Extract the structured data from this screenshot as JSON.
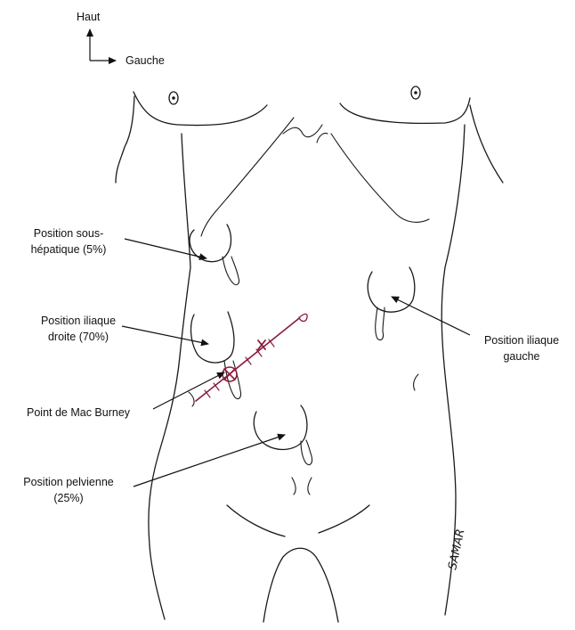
{
  "orientation": {
    "up_label": "Haut",
    "left_label": "Gauche"
  },
  "labels": {
    "subhepatic_line1": "Position sous-",
    "subhepatic_line2": "hépatique (5%)",
    "right_iliac_line1": "Position iliaque",
    "right_iliac_line2": "droite (70%)",
    "mcburney": "Point de Mac Burney",
    "pelvic_line1": "Position pelvienne",
    "pelvic_line2": "(25%)",
    "left_iliac_line1": "Position iliaque",
    "left_iliac_line2": "gauche"
  },
  "signature": "SAMAR",
  "colors": {
    "ink": "#1a1a1a",
    "incision": "#8b1a3a"
  }
}
